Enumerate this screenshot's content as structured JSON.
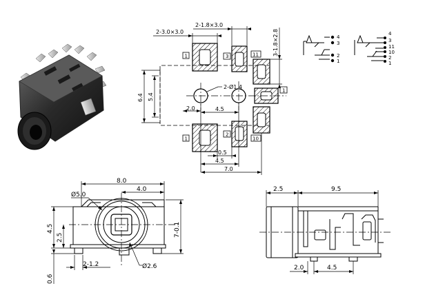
{
  "footprint": {
    "dim_top_2x18x30": "2-1.8×3.0",
    "dim_top_2x30x30": "2-3.0×3.0",
    "dim_right_3x18x28": "3-1.8×2.8",
    "dim_hole": "2-Ø1.4",
    "dim_64": "6.4",
    "dim_54": "5.4",
    "dim_20": "2.0",
    "dim_45_mid": "4.5",
    "dim_05": "0.5",
    "dim_45_bot": "4.5",
    "dim_70": "7.0",
    "pad_labels": [
      "1",
      "3",
      "11",
      "1",
      "1",
      "2",
      "10"
    ]
  },
  "schematic": {
    "left_pins": [
      "4",
      "3",
      "2",
      "1"
    ],
    "right_pins": [
      "4",
      "3",
      "11",
      "10",
      "2",
      "1"
    ]
  },
  "front_view": {
    "dim_80": "8.0",
    "dim_40": "4.0",
    "dim_d50": "Ø5.0",
    "dim_45": "4.5",
    "dim_25": "2.5",
    "dim_70": "7-0.1",
    "dim_d26": "Ø2.6",
    "dim_2x12": "2-1.2",
    "dim_06": "0.6"
  },
  "side_view": {
    "dim_25": "2.5",
    "dim_95": "9.5",
    "dim_20": "2.0",
    "dim_45": "4.5"
  }
}
